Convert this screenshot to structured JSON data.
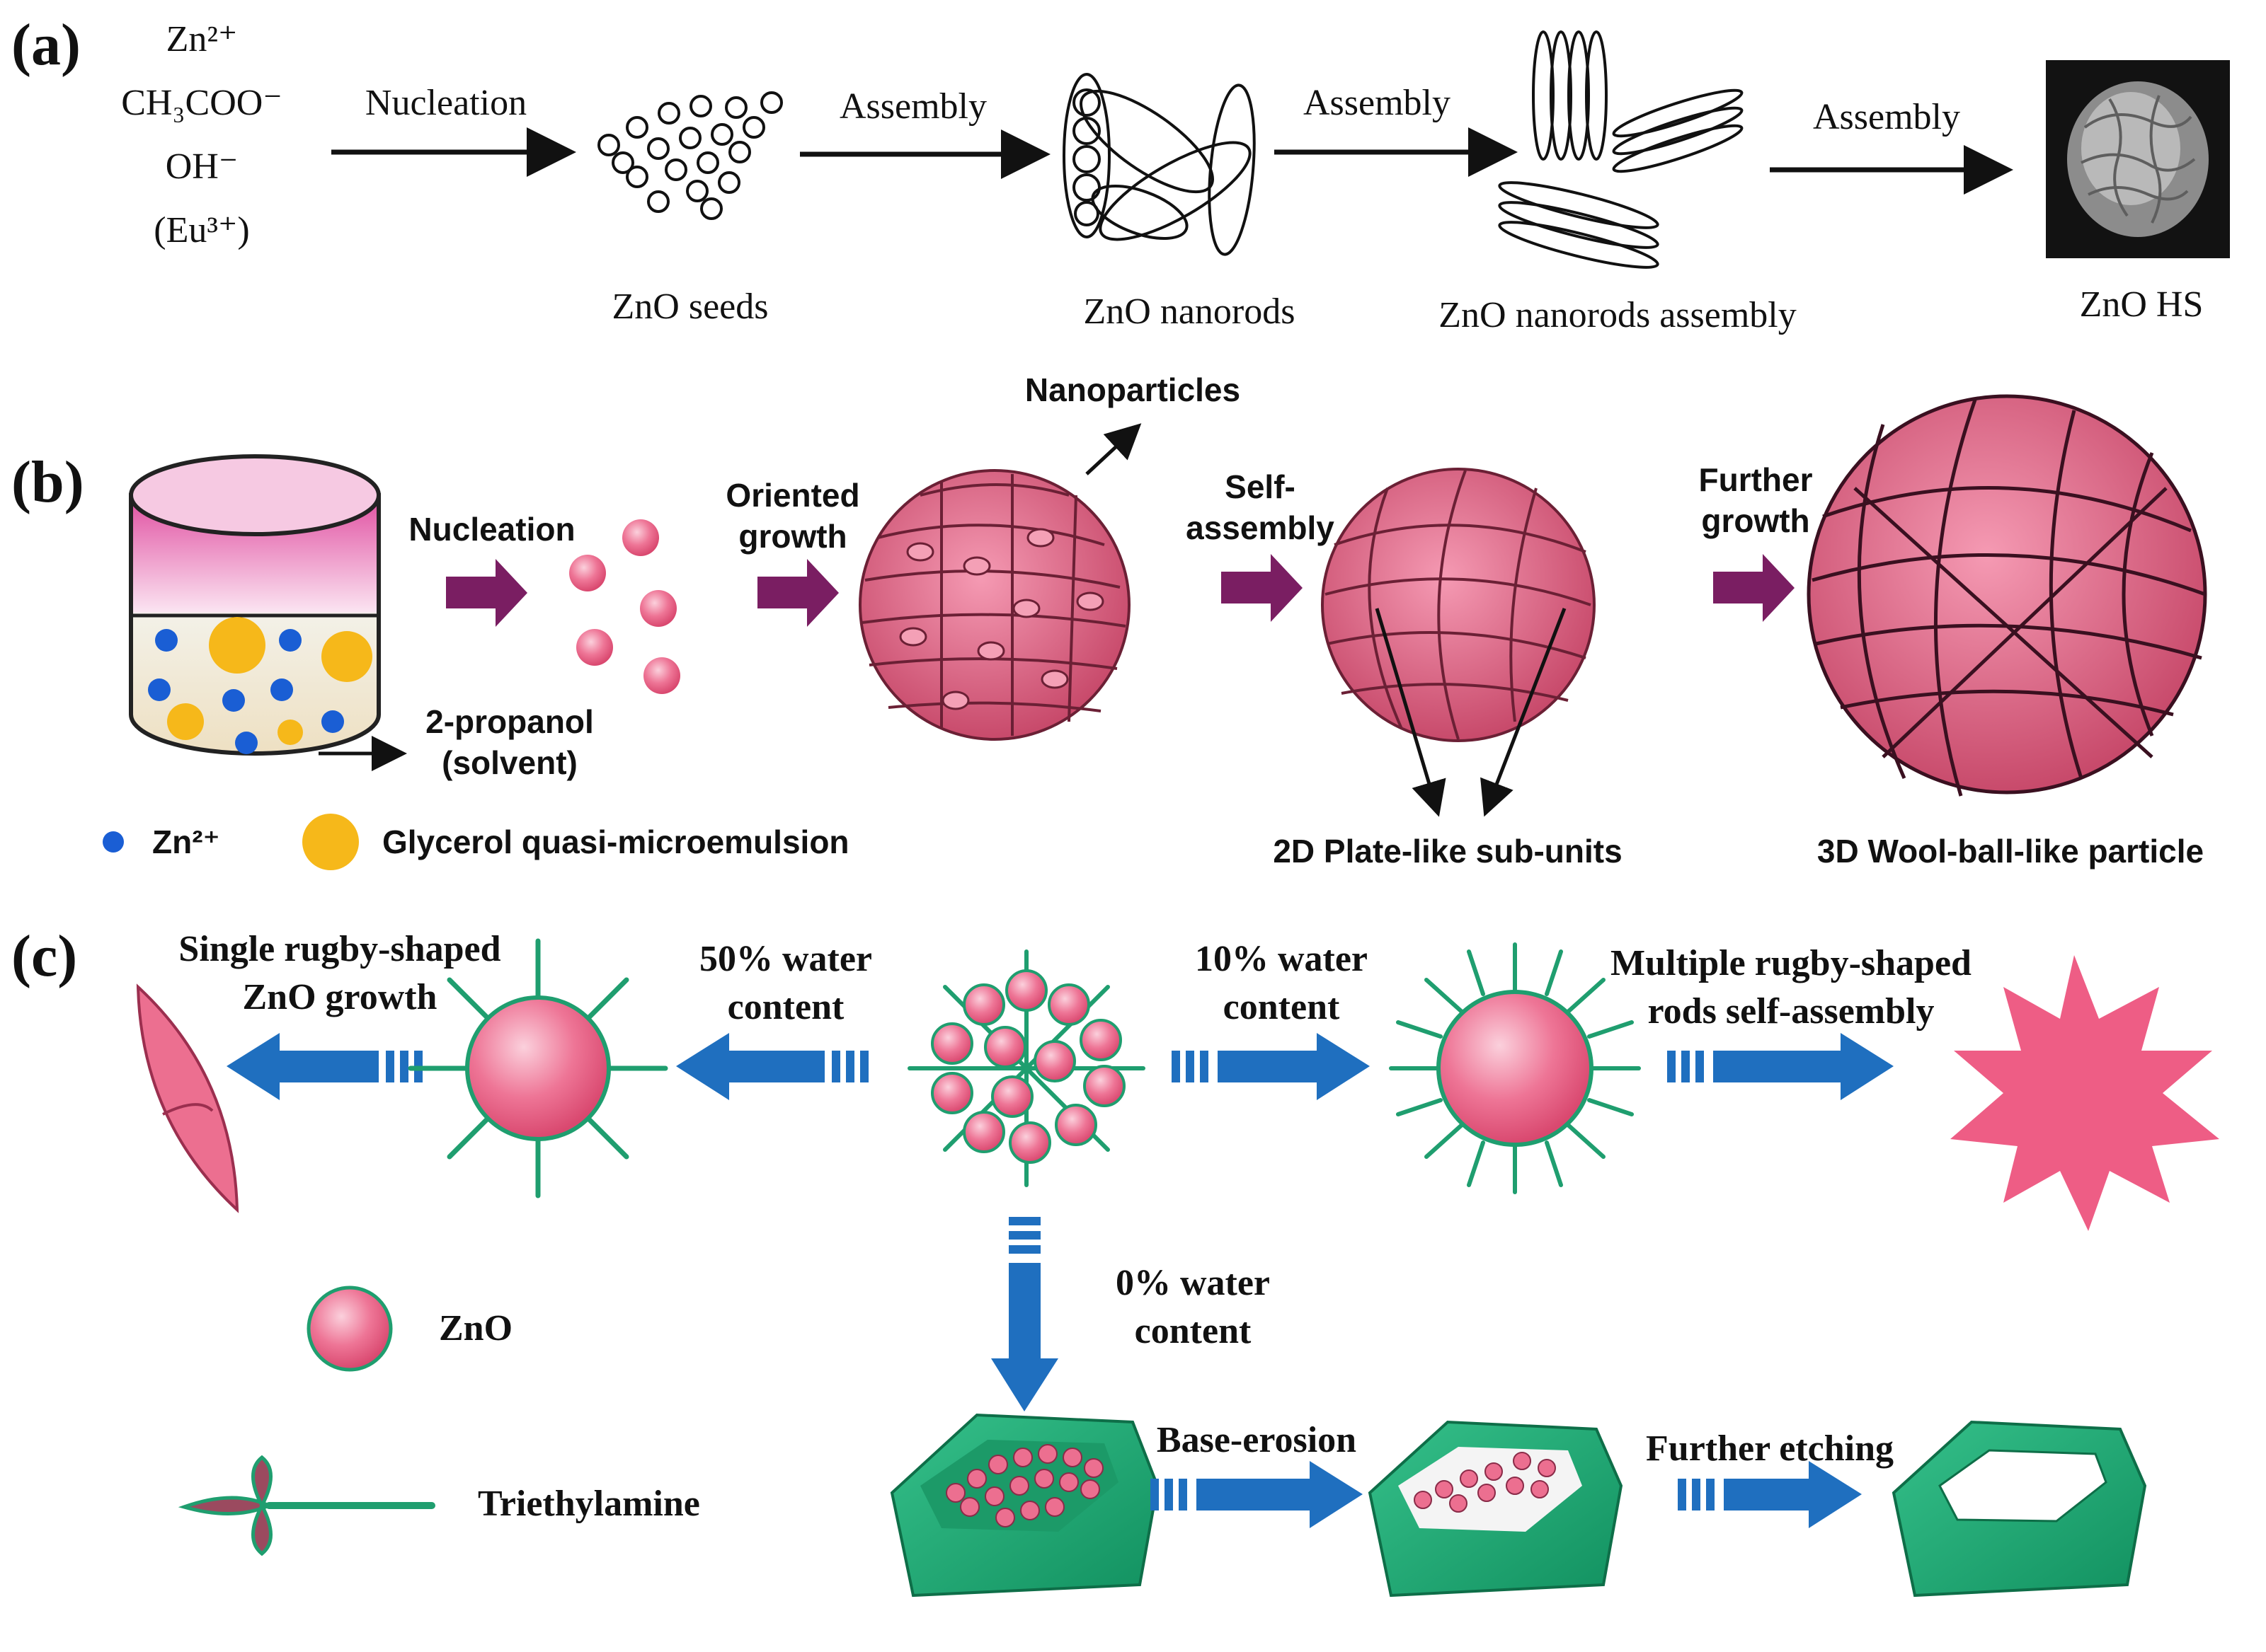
{
  "panel_a": {
    "label": "(a)",
    "reagents": [
      "Zn²⁺",
      "CH₃COO⁻",
      "OH⁻",
      "(Eu³⁺)"
    ],
    "steps": [
      "Nucleation",
      "Assembly",
      "Assembly",
      "Assembly"
    ],
    "stages": [
      "ZnO seeds",
      "ZnO nanorods",
      "ZnO nanorods assembly",
      "ZnO HS"
    ]
  },
  "panel_b": {
    "label": "(b)",
    "steps": [
      "Nucleation",
      "Oriented growth",
      "Self-assembly",
      "Further growth"
    ],
    "nanoparticles": "Nanoparticles",
    "solvent": "2-propanol (solvent)",
    "legend_zn": "Zn²⁺",
    "legend_glycerol": "Glycerol quasi-microemulsion",
    "plate_label": "2D Plate-like sub-units",
    "wool_label": "3D Wool-ball-like particle"
  },
  "panel_c": {
    "label": "(c)",
    "left_caption": "Single rugby-shaped ZnO growth",
    "cond_50": "50% water content",
    "cond_10": "10% water content",
    "right_caption": "Multiple rugby-shaped rods self-assembly",
    "cond_0": "0% water content",
    "base_erosion": "Base-erosion",
    "further_etching": "Further etching",
    "legend_zno": "ZnO",
    "legend_tea": "Triethylamine"
  },
  "colors": {
    "pink": "#ec6f90",
    "pink_light": "#f7a9bf",
    "green": "#1f9e6f",
    "green_dark": "#138a5a",
    "blue_arrow": "#1f6fbf",
    "purple_arrow": "#7a1e62",
    "zn_dot": "#1a5ed4",
    "glycerol": "#f6b81a",
    "beaker_top": "#e0559c",
    "beaker_bottom": "#efe2c7"
  },
  "icons": [
    "flow-arrow",
    "zno-sphere-icon",
    "triethylamine-icon",
    "hexagonal-cage-icon",
    "wool-ball-icon",
    "star-cluster-icon",
    "rugby-rod-icon",
    "beaker-icon"
  ]
}
